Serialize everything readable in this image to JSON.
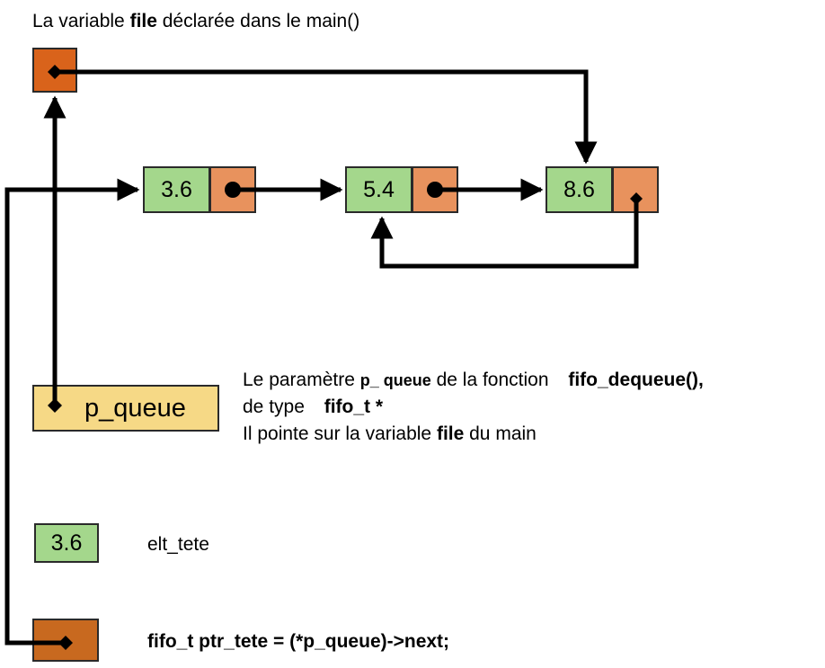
{
  "title": {
    "prefix": "La variable ",
    "bold": "file",
    "suffix": " déclarée dans le main()"
  },
  "nodes": [
    {
      "value": "3.6"
    },
    {
      "value": "5.4"
    },
    {
      "value": "8.6"
    }
  ],
  "p_queue_label": "p_queue",
  "description": {
    "line1_prefix": "Le paramètre ",
    "line1_param": "p_ queue",
    "line1_mid": " de la fonction ",
    "line1_func": "fifo_dequeue(),",
    "line2_prefix": "de type ",
    "line2_type": "fifo_t *",
    "line3_prefix": "Il pointe sur la variable ",
    "line3_bold": "file",
    "line3_suffix": " du main"
  },
  "elt_tete": {
    "value": "3.6",
    "label": "elt_tete"
  },
  "code_line": "fifo_t ptr_tete = (*p_queue)->next;",
  "colors": {
    "value_box": "#a4d78c",
    "pointer_box": "#e8925d",
    "file_box": "#d9631b",
    "ptr_tete_box": "#c8691f",
    "p_queue_box": "#f6d986"
  }
}
